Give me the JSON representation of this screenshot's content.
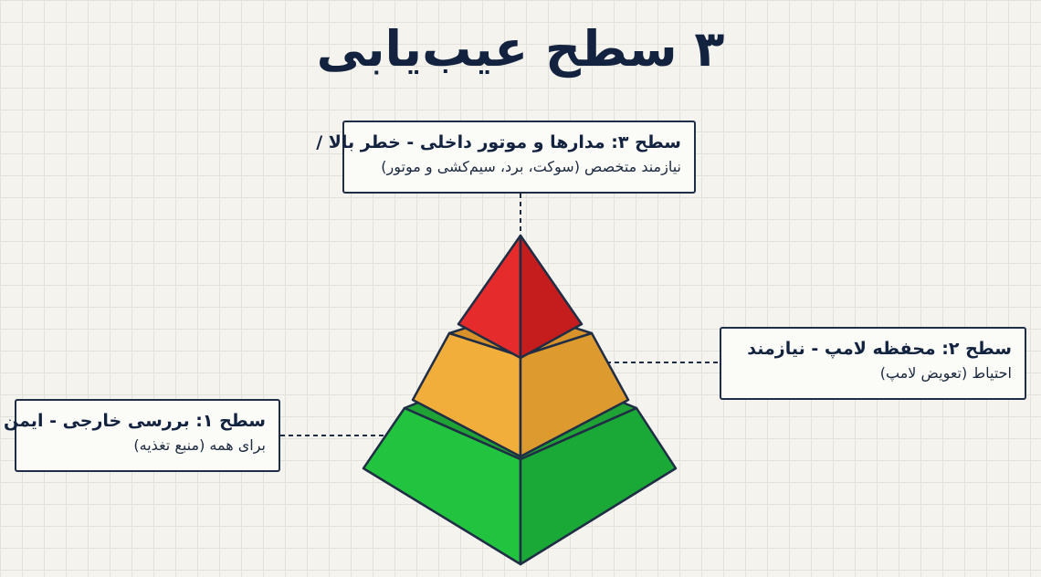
{
  "title": "۳ سطح عیب‌یابی",
  "levels": [
    {
      "heading": "سطح ۳: مدارها و موتور داخلی - خطر بالا /",
      "detail": "نیازمند متخصص (سوکت، برد، سیم‌کشی و موتور)",
      "color": "#e52b2b"
    },
    {
      "heading": "سطح ۲: محفظه لامپ - نیازمند",
      "detail": "احتیاط (تعویض لامپ)",
      "color": "#f2ae3b"
    },
    {
      "heading": "سطح ۱: بررسی خارجی - ایمن",
      "detail": "برای همه (منبع تغذیه)",
      "color": "#22c33f"
    }
  ]
}
